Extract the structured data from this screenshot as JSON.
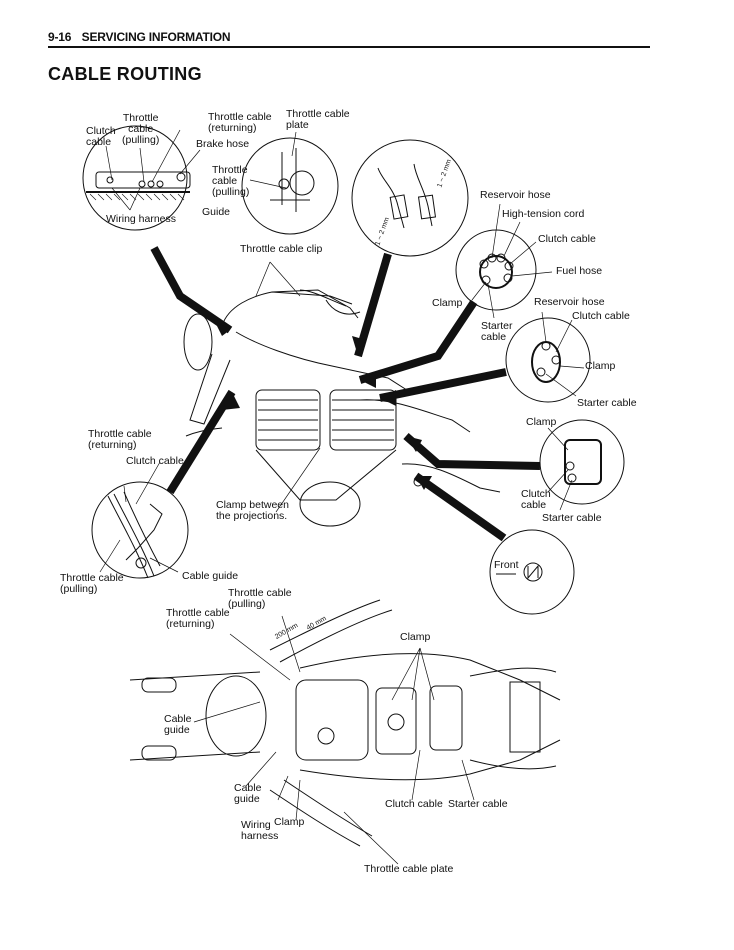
{
  "header": {
    "page": "9-16",
    "section": "SERVICING INFORMATION"
  },
  "title": "CABLE ROUTING",
  "labels": {
    "clutch_cable_1": "Clutch\ncable",
    "throttle_cable_pulling_1": "Throttle\ncable\n(pulling)",
    "throttle_cable_returning_1": "Throttle cable\n(returning)",
    "throttle_cable_plate_1": "Throttle cable\nplate",
    "brake_hose": "Brake hose",
    "throttle_cable_pulling_2": "Throttle\ncable\n(pulling)",
    "guide": "Guide",
    "wiring_harness_1": "Wiring harness",
    "dim_top_1": "1 ~ 2 mm",
    "dim_top_2": "1 ~ 2 mm",
    "reservoir_hose_1": "Reservoir hose",
    "high_tension_cord": "High-tension cord",
    "clutch_cable_2": "Clutch cable",
    "fuel_hose": "Fuel hose",
    "clamp_1": "Clamp",
    "starter_cable_1": "Starter\ncable",
    "throttle_cable_clip": "Throttle cable clip",
    "reservoir_hose_2": "Reservoir hose",
    "clutch_cable_3": "Clutch cable",
    "clamp_2": "Clamp",
    "starter_cable_2": "Starter cable",
    "clamp_3": "Clamp",
    "clutch_cable_4": "Clutch\ncable",
    "starter_cable_3": "Starter cable",
    "throttle_cable_returning_2": "Throttle cable\n(returning)",
    "clutch_cable_5": "Clutch cable",
    "clamp_between": "Clamp between\nthe projections.",
    "throttle_cable_pulling_3": "Throttle cable\n(pulling)",
    "cable_guide_1": "Cable guide",
    "front": "Front",
    "throttle_cable_pulling_4": "Throttle cable\n(pulling)",
    "throttle_cable_returning_3": "Throttle cable\n(returning)",
    "dim_200": "200 mm",
    "dim_40": "40 mm",
    "clamp_4": "Clamp",
    "cable_guide_2": "Cable\nguide",
    "cable_guide_3": "Cable\nguide",
    "wiring_harness_2": "Wiring\nharness",
    "clamp_5": "Clamp",
    "clutch_cable_6": "Clutch cable",
    "starter_cable_4": "Starter cable",
    "throttle_cable_plate_2": "Throttle cable plate"
  }
}
